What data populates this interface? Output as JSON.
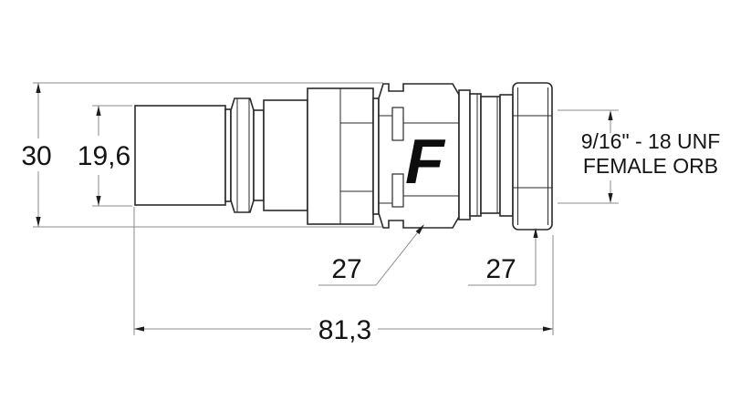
{
  "drawing": {
    "type": "technical-dimension-drawing",
    "subject": "hydraulic quick-release coupling, side view",
    "colors": {
      "background": "#ffffff",
      "part_outline": "#2a2a2a",
      "dimension_lines": "#8b8b8b",
      "text": "#141414",
      "logo": "#0d0d0d"
    },
    "dimensions": {
      "overall_height": "30",
      "tip_diameter": "19,6",
      "body_hex": "27",
      "nut_hex": "27",
      "overall_length": "81,3"
    },
    "port_label": {
      "line1": "9/16\" - 18 UNF",
      "line2": "FEMALE ORB"
    },
    "logo_letter": "F"
  }
}
